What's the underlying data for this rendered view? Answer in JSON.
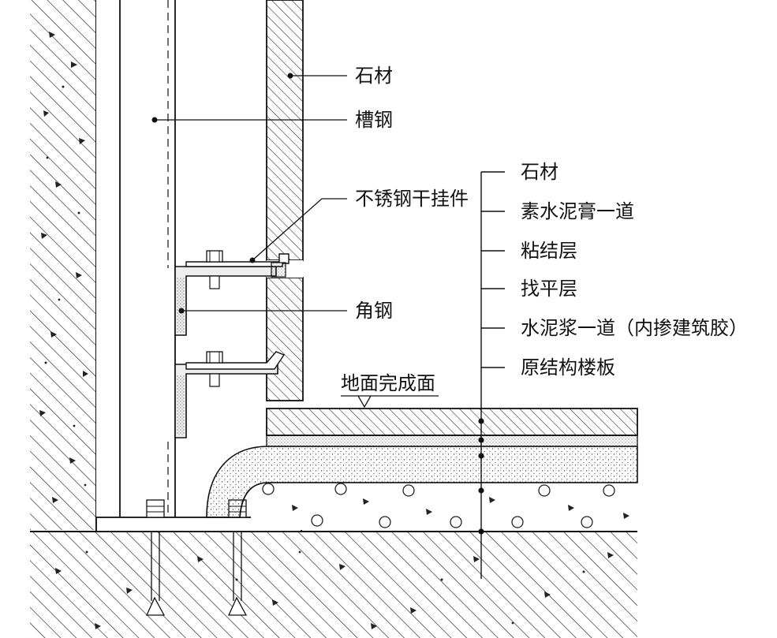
{
  "left_labels": [
    {
      "text": "石材"
    },
    {
      "text": "槽钢"
    },
    {
      "text": "不锈钢干挂件"
    },
    {
      "text": "角钢"
    }
  ],
  "floor_label": "地面完成面",
  "layer_labels": [
    {
      "text": "石材"
    },
    {
      "text": "素水泥膏一道"
    },
    {
      "text": "粘结层"
    },
    {
      "text": "找平层"
    },
    {
      "text": "水泥浆一道（内掺建筑胶）"
    },
    {
      "text": "原结构楼板"
    }
  ]
}
